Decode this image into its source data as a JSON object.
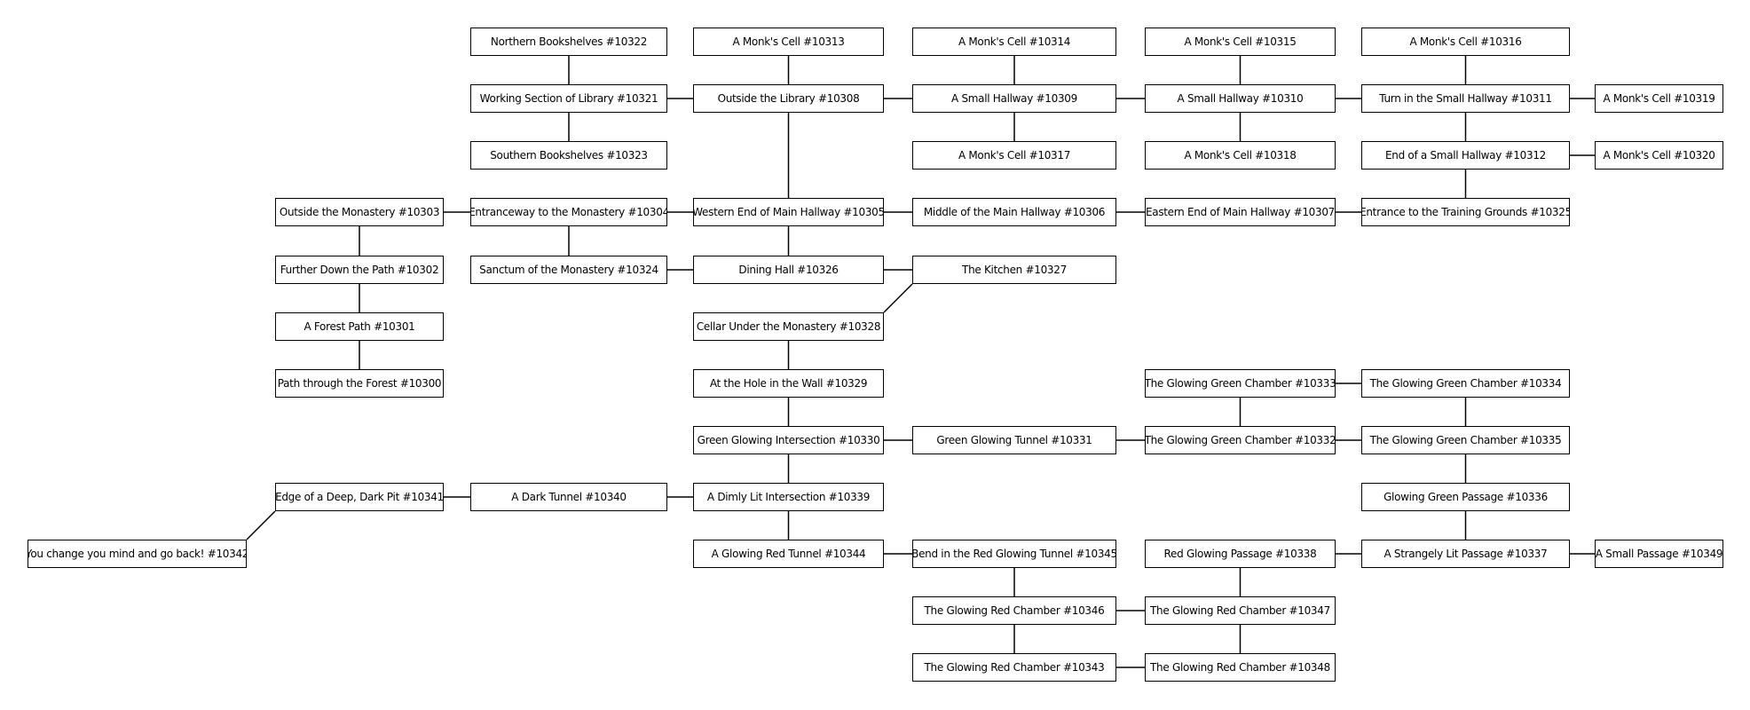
{
  "map": {
    "rooms": [
      {
        "id": "10322",
        "label": "Northern Bookshelves #10322"
      },
      {
        "id": "10321",
        "label": "Working Section of Library #10321"
      },
      {
        "id": "10323",
        "label": "Southern Bookshelves #10323"
      },
      {
        "id": "10313",
        "label": "A Monk's Cell #10313"
      },
      {
        "id": "10308",
        "label": "Outside the Library #10308"
      },
      {
        "id": "10314",
        "label": "A Monk's Cell #10314"
      },
      {
        "id": "10309",
        "label": "A Small Hallway #10309"
      },
      {
        "id": "10317",
        "label": "A Monk's Cell #10317"
      },
      {
        "id": "10315",
        "label": "A Monk's Cell #10315"
      },
      {
        "id": "10310",
        "label": "A Small Hallway #10310"
      },
      {
        "id": "10318",
        "label": "A Monk's Cell #10318"
      },
      {
        "id": "10316",
        "label": "A Monk's Cell #10316"
      },
      {
        "id": "10311",
        "label": "Turn in the Small Hallway #10311"
      },
      {
        "id": "10312",
        "label": "End of a Small Hallway #10312"
      },
      {
        "id": "10319",
        "label": "A Monk's Cell #10319"
      },
      {
        "id": "10320",
        "label": "A Monk's Cell #10320"
      },
      {
        "id": "10303",
        "label": "Outside the Monastery #10303"
      },
      {
        "id": "10304",
        "label": "Entranceway to the Monastery #10304"
      },
      {
        "id": "10305",
        "label": "Western End of Main Hallway #10305"
      },
      {
        "id": "10306",
        "label": "Middle of the Main Hallway #10306"
      },
      {
        "id": "10307",
        "label": "Eastern End of Main Hallway #10307"
      },
      {
        "id": "10325",
        "label": "Entrance to the Training Grounds #10325"
      },
      {
        "id": "10302",
        "label": "Further Down the Path #10302"
      },
      {
        "id": "10324",
        "label": "Sanctum of the Monastery #10324"
      },
      {
        "id": "10326",
        "label": "Dining Hall #10326"
      },
      {
        "id": "10327",
        "label": "The Kitchen #10327"
      },
      {
        "id": "10301",
        "label": "A Forest Path #10301"
      },
      {
        "id": "10328",
        "label": "Cellar Under the Monastery #10328"
      },
      {
        "id": "10300",
        "label": "Path through the Forest #10300"
      },
      {
        "id": "10329",
        "label": "At the Hole in the Wall #10329"
      },
      {
        "id": "10333",
        "label": "The Glowing Green Chamber #10333"
      },
      {
        "id": "10334",
        "label": "The Glowing Green Chamber #10334"
      },
      {
        "id": "10330",
        "label": "Green Glowing Intersection #10330"
      },
      {
        "id": "10331",
        "label": "Green Glowing Tunnel #10331"
      },
      {
        "id": "10332",
        "label": "The Glowing Green Chamber #10332"
      },
      {
        "id": "10335",
        "label": "The Glowing Green Chamber #10335"
      },
      {
        "id": "10341",
        "label": "Edge of a Deep, Dark Pit #10341"
      },
      {
        "id": "10340",
        "label": "A Dark Tunnel #10340"
      },
      {
        "id": "10339",
        "label": "A Dimly Lit Intersection #10339"
      },
      {
        "id": "10336",
        "label": "Glowing Green Passage #10336"
      },
      {
        "id": "10342",
        "label": "You change you mind and go back! #10342"
      },
      {
        "id": "10344",
        "label": "A Glowing Red Tunnel #10344"
      },
      {
        "id": "10345",
        "label": "Bend in the Red Glowing Tunnel #10345"
      },
      {
        "id": "10338",
        "label": "Red Glowing Passage #10338"
      },
      {
        "id": "10337",
        "label": "A Strangely Lit Passage #10337"
      },
      {
        "id": "10349",
        "label": "A Small Passage #10349"
      },
      {
        "id": "10346",
        "label": "The Glowing Red Chamber #10346"
      },
      {
        "id": "10347",
        "label": "The Glowing Red Chamber #10347"
      },
      {
        "id": "10343",
        "label": "The Glowing Red Chamber #10343"
      },
      {
        "id": "10348",
        "label": "The Glowing Red Chamber #10348"
      }
    ],
    "exits": [
      [
        "10322",
        "10321"
      ],
      [
        "10321",
        "10323"
      ],
      [
        "10321",
        "10308"
      ],
      [
        "10313",
        "10308"
      ],
      [
        "10308",
        "10309"
      ],
      [
        "10308",
        "10305"
      ],
      [
        "10314",
        "10309"
      ],
      [
        "10309",
        "10317"
      ],
      [
        "10309",
        "10310"
      ],
      [
        "10315",
        "10310"
      ],
      [
        "10310",
        "10318"
      ],
      [
        "10310",
        "10311"
      ],
      [
        "10316",
        "10311"
      ],
      [
        "10311",
        "10312"
      ],
      [
        "10311",
        "10319"
      ],
      [
        "10312",
        "10320"
      ],
      [
        "10312",
        "10325"
      ],
      [
        "10303",
        "10304"
      ],
      [
        "10304",
        "10305"
      ],
      [
        "10305",
        "10306"
      ],
      [
        "10306",
        "10307"
      ],
      [
        "10307",
        "10325"
      ],
      [
        "10303",
        "10302"
      ],
      [
        "10304",
        "10324"
      ],
      [
        "10305",
        "10326"
      ],
      [
        "10324",
        "10326"
      ],
      [
        "10326",
        "10327"
      ],
      [
        "10327",
        "10328"
      ],
      [
        "10302",
        "10301"
      ],
      [
        "10301",
        "10300"
      ],
      [
        "10328",
        "10329"
      ],
      [
        "10329",
        "10330"
      ],
      [
        "10330",
        "10331"
      ],
      [
        "10331",
        "10332"
      ],
      [
        "10332",
        "10335"
      ],
      [
        "10333",
        "10332"
      ],
      [
        "10333",
        "10334"
      ],
      [
        "10334",
        "10335"
      ],
      [
        "10330",
        "10339"
      ],
      [
        "10335",
        "10336"
      ],
      [
        "10336",
        "10337"
      ],
      [
        "10341",
        "10340"
      ],
      [
        "10340",
        "10339"
      ],
      [
        "10341",
        "10342"
      ],
      [
        "10339",
        "10344"
      ],
      [
        "10344",
        "10345"
      ],
      [
        "10338",
        "10337"
      ],
      [
        "10337",
        "10349"
      ],
      [
        "10345",
        "10346"
      ],
      [
        "10338",
        "10347"
      ],
      [
        "10346",
        "10347"
      ],
      [
        "10346",
        "10343"
      ],
      [
        "10347",
        "10348"
      ],
      [
        "10343",
        "10348"
      ]
    ]
  }
}
